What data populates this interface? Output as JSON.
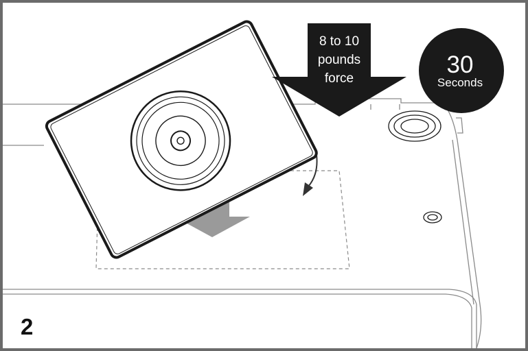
{
  "step": {
    "number": "2"
  },
  "force_arrow": {
    "line1": "8 to 10",
    "line2": "pounds",
    "line3": "force"
  },
  "timer_badge": {
    "value": "30",
    "unit": "Seconds"
  },
  "colors": {
    "frame": "#6b6b6b",
    "ink": "#1a1a1a",
    "press_arrow": "#9a9a9a",
    "outline": "#8a8a8a"
  },
  "icons": [
    "force-down-arrow",
    "press-down-arrow",
    "rotate-arrow",
    "camera-lens"
  ]
}
